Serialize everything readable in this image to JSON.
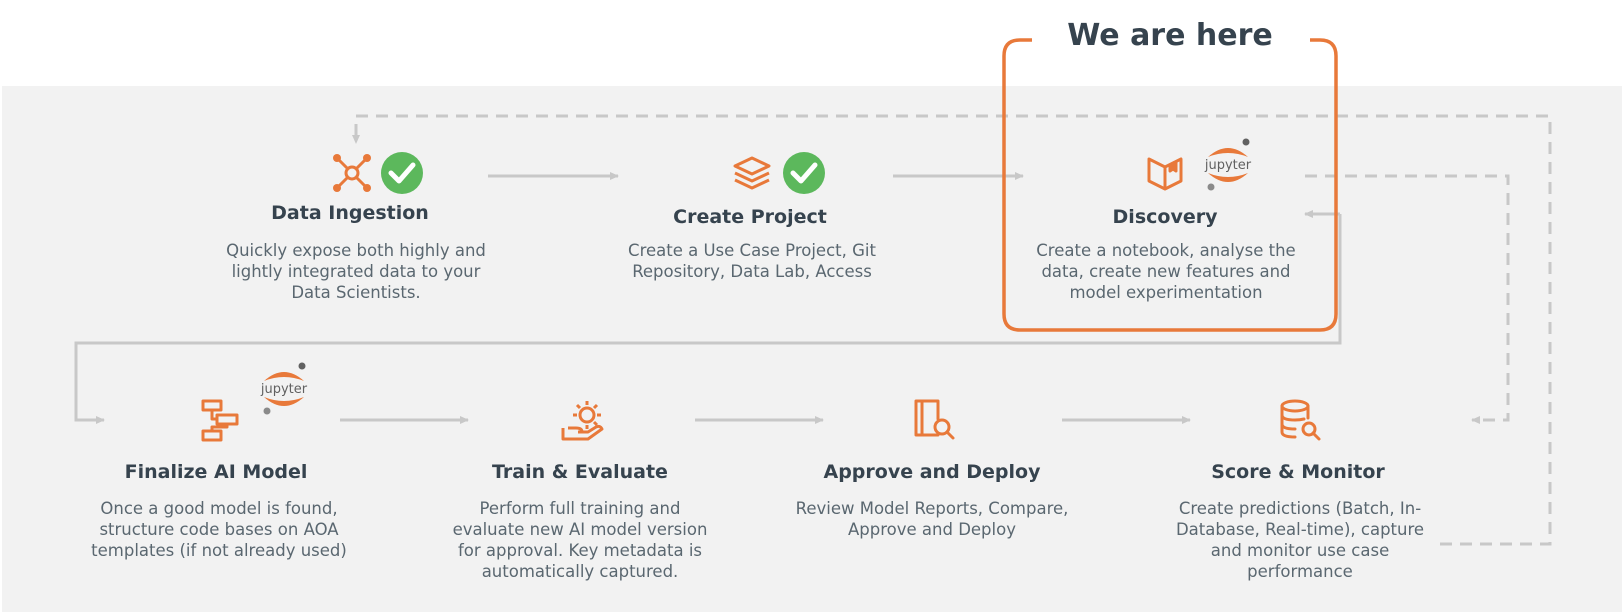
{
  "callout": {
    "label": "We are here"
  },
  "steps": [
    {
      "title": "Data Ingestion",
      "description": "Quickly expose both highly and lightly integrated data to your Data Scientists."
    },
    {
      "title": "Create Project",
      "description": "Create a Use Case Project, Git Repository, Data Lab, Access"
    },
    {
      "title": "Discovery",
      "description": "Create a notebook, analyse the data, create new features and model experimentation"
    },
    {
      "title": "Finalize AI Model",
      "description": "Once a good model is found, structure code bases on AOA templates (if not already used)"
    },
    {
      "title": "Train & Evaluate",
      "description": "Perform full training and evaluate new AI model version for approval. Key metadata is automatically captured."
    },
    {
      "title": "Approve and Deploy",
      "description": "Review Model Reports, Compare, Approve and Deploy"
    },
    {
      "title": "Score & Monitor",
      "description": "Create predictions (Batch, In-Database, Real-time), capture and monitor use case performance"
    }
  ],
  "jupyter_logo_text": "jupyter",
  "colors": {
    "accent": "#e8793a",
    "check": "#5cb85c",
    "line": "#c8c8c8",
    "text": "#36434e"
  }
}
